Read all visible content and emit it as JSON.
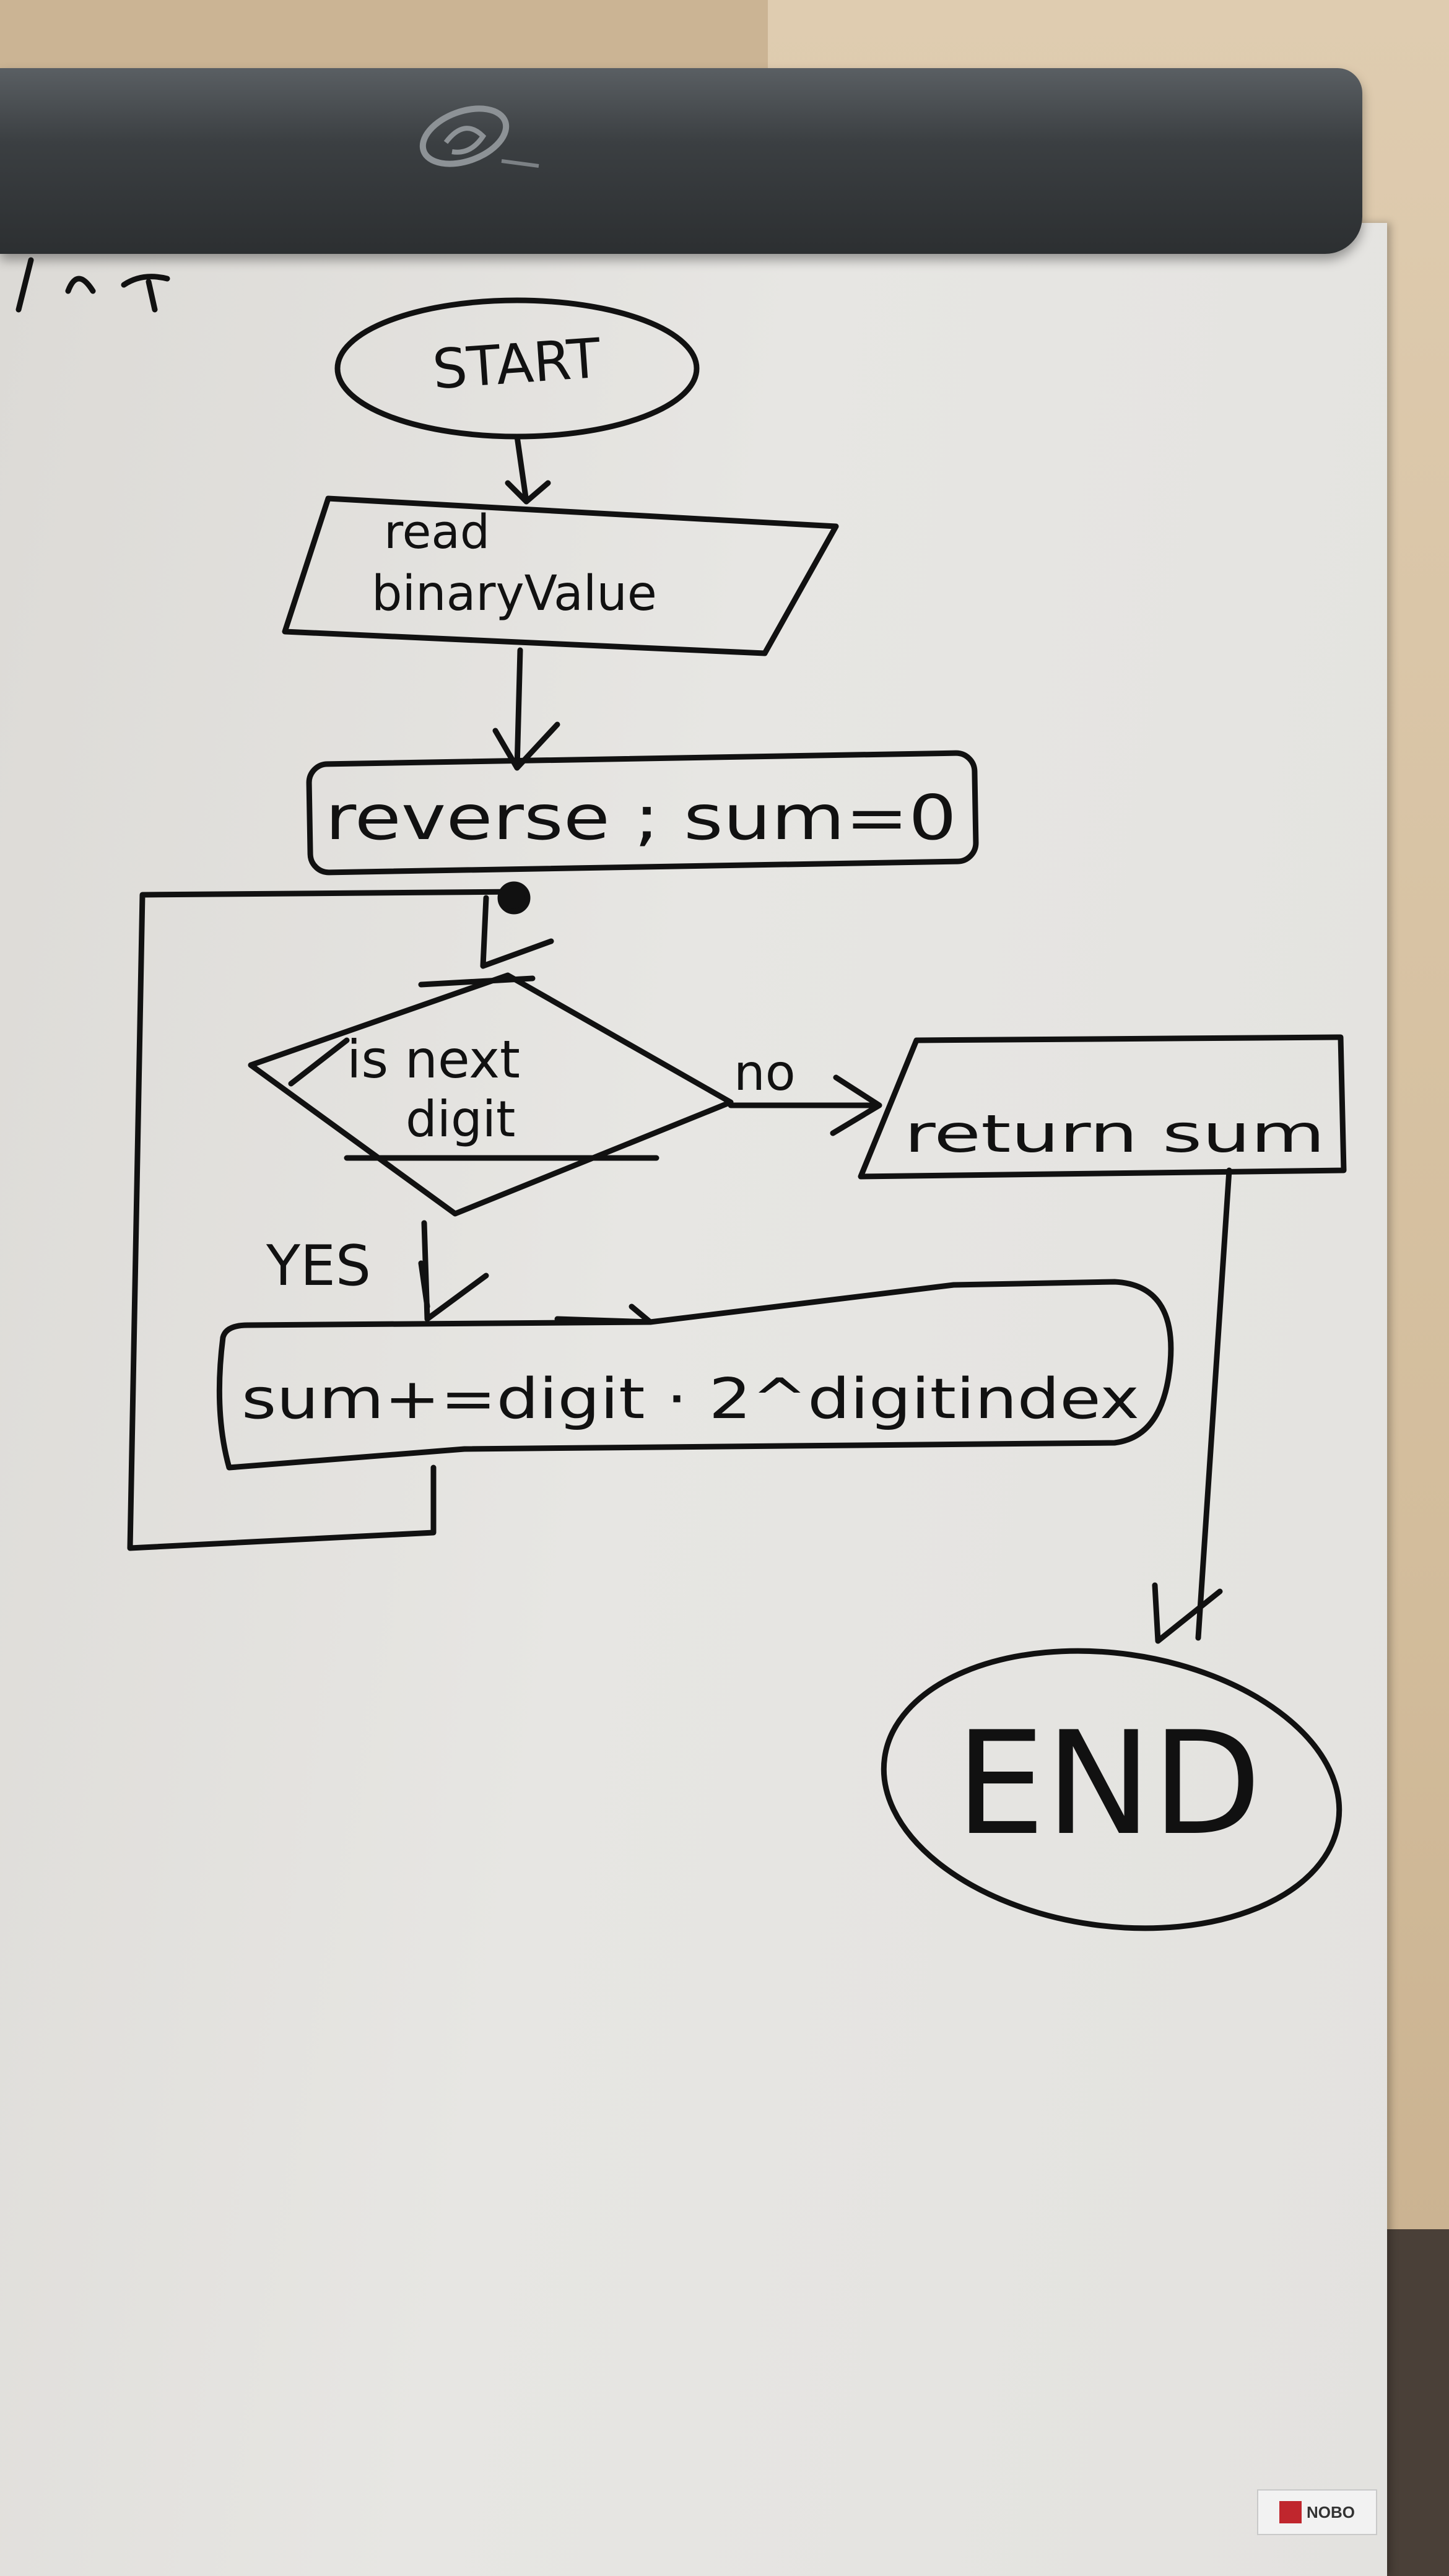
{
  "scene": {
    "wall_color": "#cbb494",
    "board_color": "#e5e4e1",
    "ink_color": "#111111",
    "clamp_color": "#3b3f42"
  },
  "flowchart": {
    "nodes": [
      {
        "id": "start",
        "shape": "ellipse",
        "lines": [
          "START"
        ]
      },
      {
        "id": "read",
        "shape": "parallelogram",
        "lines": [
          "read",
          "binaryValue"
        ]
      },
      {
        "id": "init",
        "shape": "rounded-rectangle",
        "lines": [
          "reverse ; sum=0"
        ]
      },
      {
        "id": "decision",
        "shape": "diamond",
        "lines": [
          "is next",
          "digit"
        ]
      },
      {
        "id": "return",
        "shape": "parallelogram",
        "lines": [
          "return sum"
        ]
      },
      {
        "id": "accumulate",
        "shape": "rounded-rectangle",
        "lines": [
          "sum+=digit · 2^digitindex"
        ]
      },
      {
        "id": "end",
        "shape": "ellipse",
        "lines": [
          "END"
        ]
      }
    ],
    "edges": [
      {
        "from": "start",
        "to": "read",
        "label": ""
      },
      {
        "from": "read",
        "to": "init",
        "label": ""
      },
      {
        "from": "init",
        "to": "decision",
        "label": ""
      },
      {
        "from": "decision",
        "to": "return",
        "label": "no"
      },
      {
        "from": "decision",
        "to": "accumulate",
        "label": "YES"
      },
      {
        "from": "accumulate",
        "to": "decision",
        "label": ""
      },
      {
        "from": "return",
        "to": "end",
        "label": ""
      }
    ]
  },
  "brand": {
    "label": "NOBO"
  }
}
